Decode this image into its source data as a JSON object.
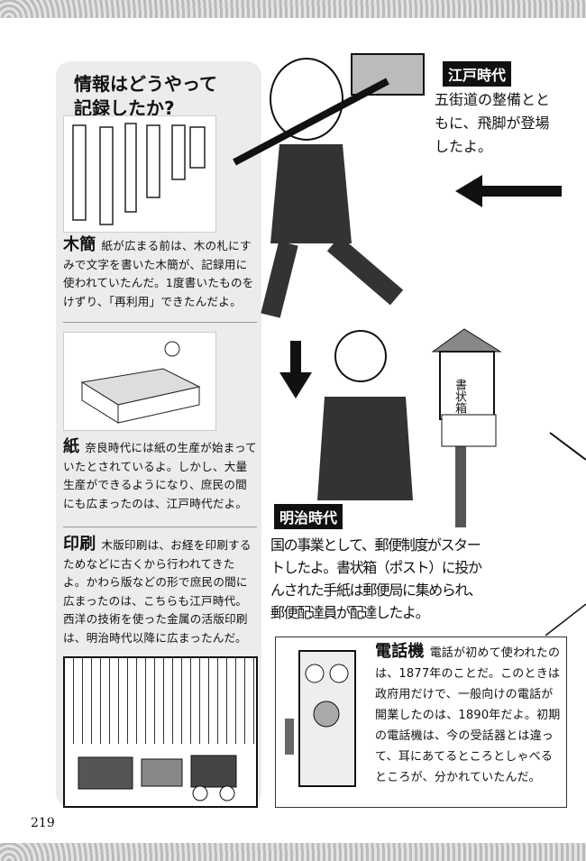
{
  "left_panel": {
    "title_line1": "情報はどうやって",
    "title_line2": "記録したか?",
    "mokkan": {
      "heading": "木簡",
      "text": "紙が広まる前は、木の札にすみで文字を書いた木簡が、記録用に使われていたんだ。1度書いたものをけずり、「再利用」できたんだよ。"
    },
    "paper": {
      "heading": "紙",
      "text": "奈良時代には紙の生産が始まっていたとされているよ。しかし、大量生産ができるようになり、庶民の間にも広まったのは、江戸時代だよ。"
    },
    "printing": {
      "heading": "印刷",
      "text": "木版印刷は、お経を印刷するためなどに古くから行われてきたよ。かわら版などの形で庶民の間に広まったのは、こちらも江戸時代。西洋の技術を使った金属の活版印刷は、明治時代以降に広まったんだ。"
    }
  },
  "edo": {
    "label": "江戸時代",
    "text": "五街道の整備とともに、飛脚が登場したよ。"
  },
  "meiji": {
    "label": "明治時代",
    "text": "国の事業として、郵便制度がスタートしたよ。書状箱（ポスト）に投かんされた手紙は郵便局に集められ、郵便配達員が配達したよ。",
    "postbox_sign": "書状箱"
  },
  "telephone": {
    "heading": "電話機",
    "text": "電話が初めて使われたのは、1877年のことだ。このときは政府用だけで、一般向けの電話が開業したのは、1890年だよ。初期の電話機は、今の受話器とは違って、耳にあてるところとしゃべるところが、分かれていたんだ。"
  },
  "page_number": "219"
}
